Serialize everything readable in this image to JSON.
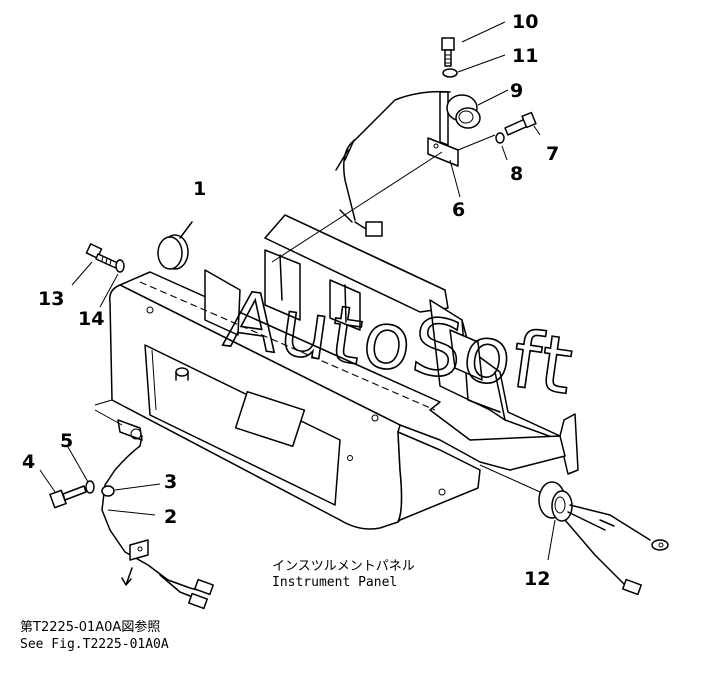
{
  "callouts": [
    "1",
    "2",
    "3",
    "4",
    "5",
    "6",
    "7",
    "8",
    "9",
    "10",
    "11",
    "12",
    "13",
    "14"
  ],
  "panel_label_jp": "インスツルメントパネル",
  "panel_label_en": "Instrument Panel",
  "reference_jp": "第T2225-01A0A図参照",
  "reference_en": "See Fig.T2225-01A0A",
  "watermark": "AutoSoft"
}
